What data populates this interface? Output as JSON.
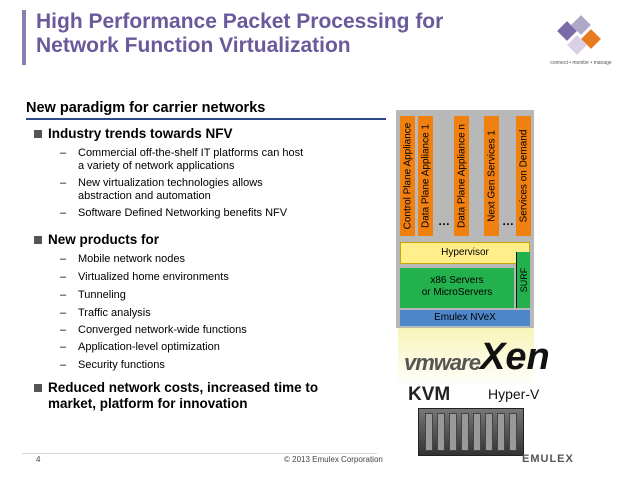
{
  "slide": {
    "title_line1": "High Performance Packet Processing for",
    "title_line2": "Network Function Virtualization",
    "subtitle": "New paradigm for carrier networks",
    "logo_tagline": "connect • monitor • manage",
    "page_number": "4",
    "copyright": "© 2013 Emulex Corporation",
    "brand_logo": "EMULEX"
  },
  "bullets": [
    {
      "text": "Industry trends towards NFV",
      "sub": [
        {
          "line1": "Commercial off-the-shelf IT platforms can host",
          "line2": "a variety of network applications"
        },
        {
          "line1": "New virtualization technologies allows",
          "line2": "abstraction and automation"
        },
        {
          "line1": "Software Defined Networking benefits NFV",
          "line2": ""
        }
      ]
    },
    {
      "text": "New products for",
      "sub": [
        {
          "line1": "Mobile network nodes"
        },
        {
          "line1": "Virtualized home environments"
        },
        {
          "line1": "Tunneling"
        },
        {
          "line1": "Traffic analysis"
        },
        {
          "line1": "Converged network-wide functions"
        },
        {
          "line1": "Application-level optimization"
        },
        {
          "line1": "Security functions"
        }
      ]
    },
    {
      "text_line1": "Reduced network costs, increased time to",
      "text_line2": "market, platform for innovation"
    }
  ],
  "diagram": {
    "apps": [
      "Control Plane Appliance",
      "Data Plane Appliance 1",
      "Data Plane Appliance n",
      "Next Gen Services 1",
      "Services on Demand"
    ],
    "ellipsis": "…",
    "hypervisor": "Hypervisor",
    "servers_line1": "x86 Servers",
    "servers_line2": "or MicroServers",
    "surf": "SURF",
    "nvex": "Emulex NVeX",
    "vendors": {
      "vmware": "vmware",
      "xen": "Xen",
      "kvm": "KVM",
      "hyperv": "Hyper-V"
    }
  },
  "colors": {
    "title": "#6a5a9b",
    "app_columns": "#f08010",
    "hypervisor": "#ffee8a",
    "servers": "#22b14c",
    "nvex": "#4d86c9",
    "diagram_bg": "#b8b8b8"
  }
}
